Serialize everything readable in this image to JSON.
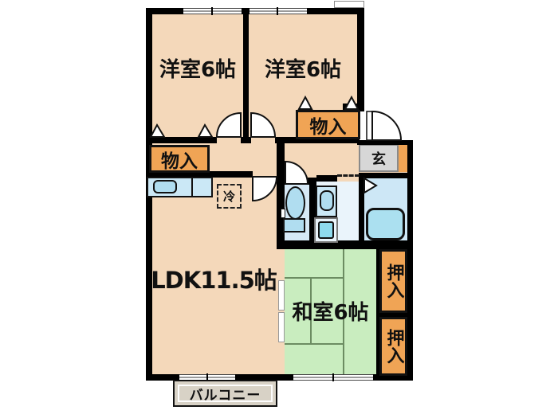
{
  "floorplan": {
    "rooms": {
      "western_room_1": {
        "label": "洋室6帖"
      },
      "western_room_2": {
        "label": "洋室6帖"
      },
      "ldk": {
        "label": "LDK11.5帖"
      },
      "japanese_room": {
        "label": "和室6帖"
      }
    },
    "closets": {
      "monoire_left": {
        "label": "物入"
      },
      "monoire_center": {
        "label": "物入"
      },
      "oshiire_top": {
        "label": "押入"
      },
      "oshiire_bottom": {
        "label": "押入"
      }
    },
    "entrance": {
      "label": "玄"
    },
    "fridge": {
      "label": "冷"
    },
    "balcony": {
      "label": "バルコニー"
    },
    "colors": {
      "room_floor": "#f4d8ba",
      "tatami": "#c9edbf",
      "closet": "#f0a455",
      "toilet_floor": "#d6e9f6",
      "wash_floor": "#eaf4fb",
      "bath_floor": "#cde7f6",
      "fixture_blue": "#b0ddf0",
      "counter_blue": "#cbe8f6",
      "tub_blue": "#abe0f0",
      "washer_blue": "#8edaed",
      "genkan": "#d7d7d7",
      "balcony_floor": "#d8d2c6",
      "wall": "#000000"
    }
  }
}
